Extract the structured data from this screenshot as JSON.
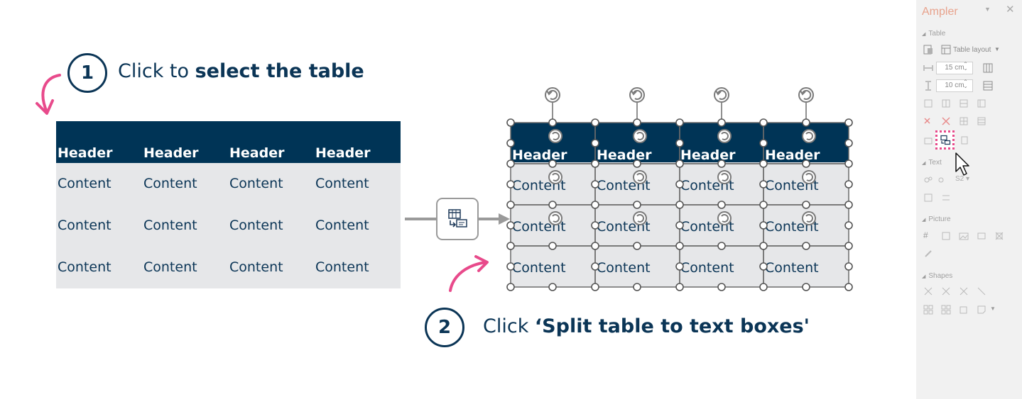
{
  "steps": {
    "one": {
      "number": "1",
      "prefix": "Click to ",
      "bold": "select the table"
    },
    "two": {
      "number": "2",
      "prefix": "Click ",
      "bold": "‘Split table to text boxes'"
    }
  },
  "left_table": {
    "headers": [
      "Header",
      "Header",
      "Header",
      "Header"
    ],
    "rows": [
      [
        "Content",
        "Content",
        "Content",
        "Content"
      ],
      [
        "Content",
        "Content",
        "Content",
        "Content"
      ],
      [
        "Content",
        "Content",
        "Content",
        "Content"
      ]
    ]
  },
  "right_table": {
    "headers": [
      "Header",
      "Header",
      "Header",
      "Header"
    ],
    "rows": [
      [
        "Content",
        "Content",
        "Content",
        "Content"
      ],
      [
        "Content",
        "Content",
        "Content",
        "Content"
      ],
      [
        "Content",
        "Content",
        "Content",
        "Content"
      ]
    ]
  },
  "pane": {
    "title": "Ampler",
    "sections": {
      "table": "Table",
      "text": "Text",
      "picture": "Picture",
      "shapes": "Shapes"
    },
    "table_layout_label": "Table layout",
    "width_value": "15 cm",
    "height_value": "10 cm"
  },
  "colors": {
    "navy": "#003456",
    "text_navy": "#0b3556",
    "pink": "#e84a8b",
    "grey": "#9a9a9a",
    "accent_title": "#e8a28c"
  },
  "icons": [
    "pink-arrow-icon",
    "split-table-icon",
    "rotate-handle-icon",
    "mouse-cursor-icon",
    "close-icon",
    "chevron-down-icon"
  ]
}
